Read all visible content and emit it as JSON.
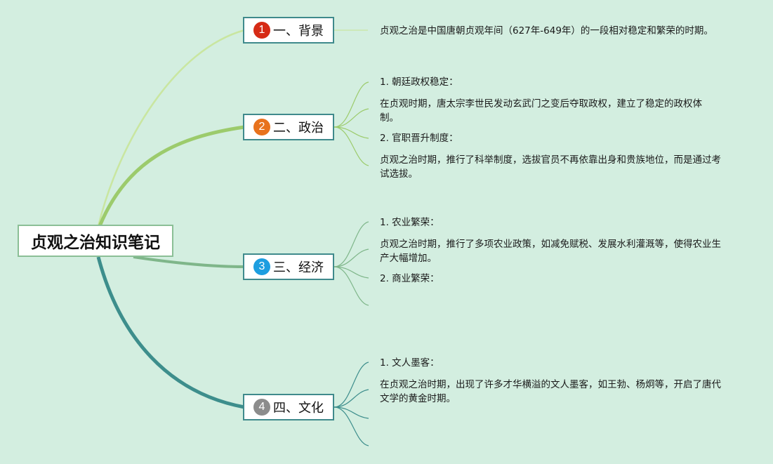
{
  "central": {
    "title": "贞观之治知识笔记"
  },
  "branches": [
    {
      "number": "1",
      "label": "一、背景",
      "badge_color": "#d62b16",
      "line_color": "#c9e6a0",
      "leaves": [
        "贞观之治是中国唐朝贞观年间（627年-649年）的一段相对稳定和繁荣的时期。"
      ]
    },
    {
      "number": "2",
      "label": "二、政治",
      "badge_color": "#e8721d",
      "line_color": "#9ccb6c",
      "leaves": [
        "1. 朝廷政权稳定：",
        "在贞观时期，唐太宗李世民发动玄武门之变后夺取政权，建立了稳定的政权体制。",
        "2. 官职晋升制度：",
        "贞观之治时期，推行了科举制度，选拔官员不再依靠出身和贵族地位，而是通过考试选拔。"
      ]
    },
    {
      "number": "3",
      "label": "三、经济",
      "badge_color": "#1d9ee0",
      "line_color": "#7fb68a",
      "leaves": [
        "1. 农业繁荣：",
        "贞观之治时期，推行了多项农业政策，如减免赋税、发展水利灌溉等，使得农业生产大幅增加。",
        "2. 商业繁荣：",
        ""
      ]
    },
    {
      "number": "4",
      "label": "四、文化",
      "badge_color": "#8c8c8c",
      "line_color": "#3d8e8c",
      "leaves": [
        "1. 文人墨客：",
        "在贞观之治时期，出现了许多才华横溢的文人墨客，如王勃、杨炯等，开启了唐代文学的黄金时期。",
        "",
        ""
      ]
    }
  ]
}
